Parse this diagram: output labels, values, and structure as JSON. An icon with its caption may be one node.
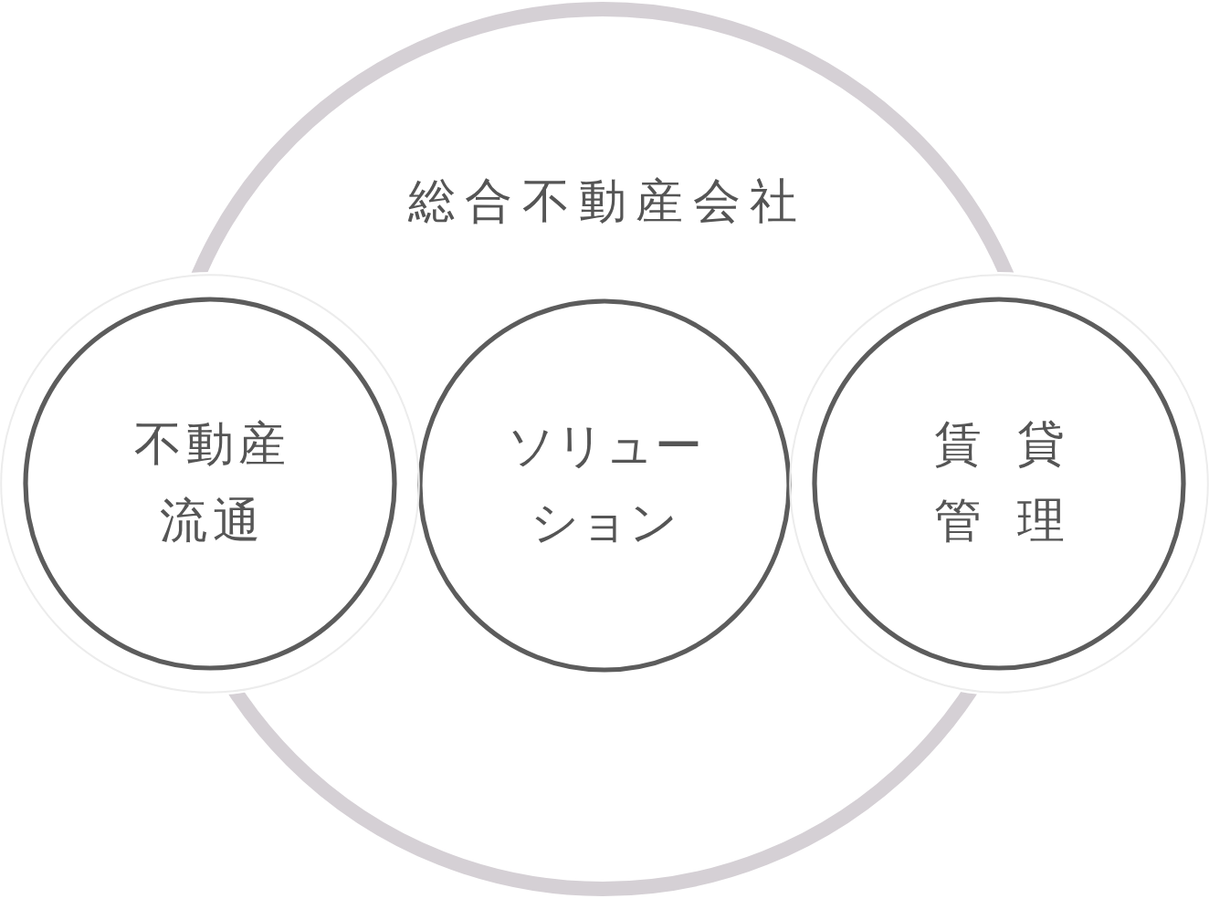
{
  "diagram": {
    "nodes": [
      {
        "text": [
          "総合不動産会社"
        ]
      },
      {
        "text": [
          "不動産流通"
        ]
      },
      {
        "text": [
          "ソリューション"
        ],
        "in": 0
      },
      {
        "text": [
          "賃貸管理"
        ]
      }
    ]
  }
}
